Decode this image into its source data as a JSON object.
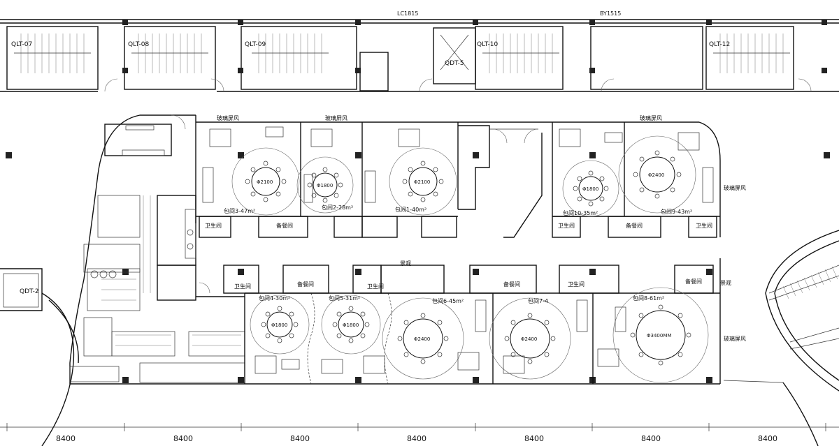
{
  "top_labels": {
    "lc": "LC1815",
    "by": "BY1515"
  },
  "stairs": [
    {
      "label": "QLT-07"
    },
    {
      "label": "QLT-08"
    },
    {
      "label": "QLT-09"
    },
    {
      "label": "QDT-5"
    },
    {
      "label": "QLT-10"
    },
    {
      "label": "QLT-12"
    }
  ],
  "left_lift": "QDT-2",
  "screen_label": "玻璃屏风",
  "view_label": "景观",
  "toilet_label": "卫生间",
  "pantry_label": "备餐间",
  "rooms": [
    {
      "label": "包间3-47m²",
      "table": "Φ2100"
    },
    {
      "label": "包间2-28m²",
      "table": "Φ1800"
    },
    {
      "label": "包间1-40m²",
      "table": "Φ2100"
    },
    {
      "label": "包间10-35m²",
      "table": "Φ1800"
    },
    {
      "label": "包间9-43m²",
      "table": "Φ2400"
    },
    {
      "label": "包间4-30m²",
      "table": "Φ1800"
    },
    {
      "label": "包间5-31m²",
      "table": "Φ1800"
    },
    {
      "label": "包间6-45m²",
      "table": "Φ2400"
    },
    {
      "label": "包间7-4",
      "table": "Φ2400"
    },
    {
      "label": "包间8-61m²",
      "table": "Φ3400MM"
    }
  ],
  "dimensions": [
    "8400",
    "8400",
    "8400",
    "8400",
    "8400",
    "8400",
    "8400"
  ]
}
